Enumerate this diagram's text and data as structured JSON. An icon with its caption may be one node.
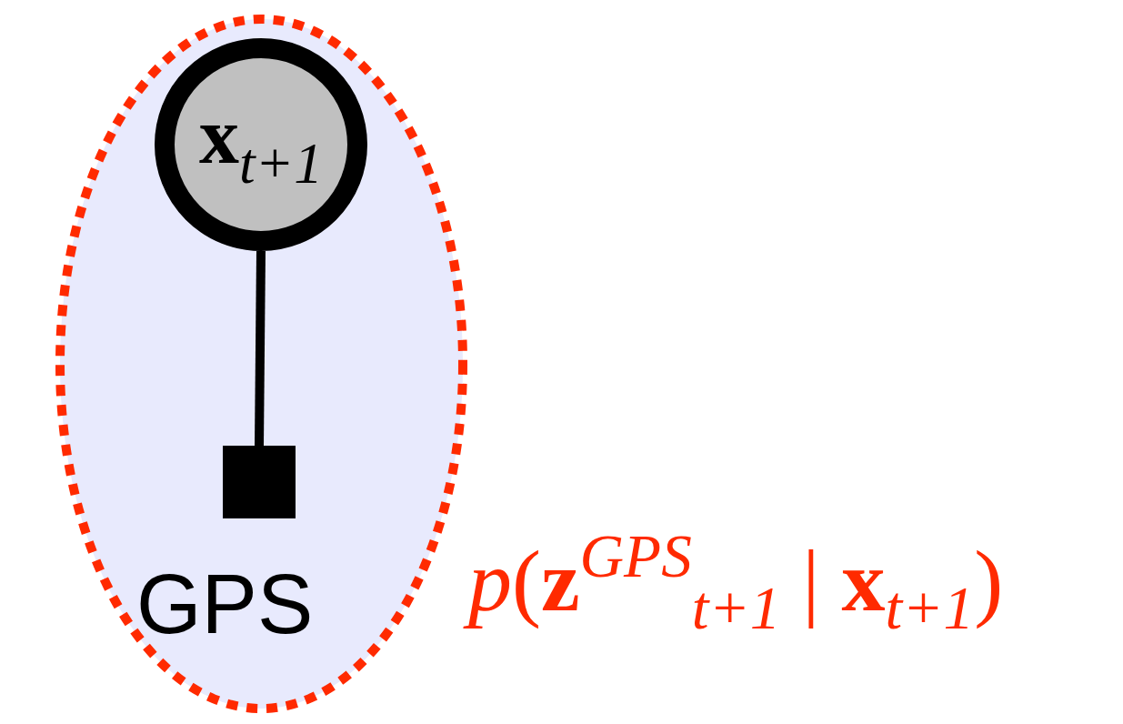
{
  "diagram": {
    "nodes": [
      {
        "text": [],
        "shape": "ellipse",
        "beside": [
          "*p*(**z**$^{GPS}$$_{t+1}$ | **x**$_{t+1}$)"
        ]
      },
      {
        "text": [
          "**x**$_{t+1}$"
        ],
        "in": 0
      },
      {
        "text": [],
        "shape": "box",
        "in": 0,
        "beside": [
          "GPS"
        ]
      }
    ],
    "edges": [
      {
        "from": 1,
        "to": 2,
        "arrow": "none"
      }
    ]
  }
}
